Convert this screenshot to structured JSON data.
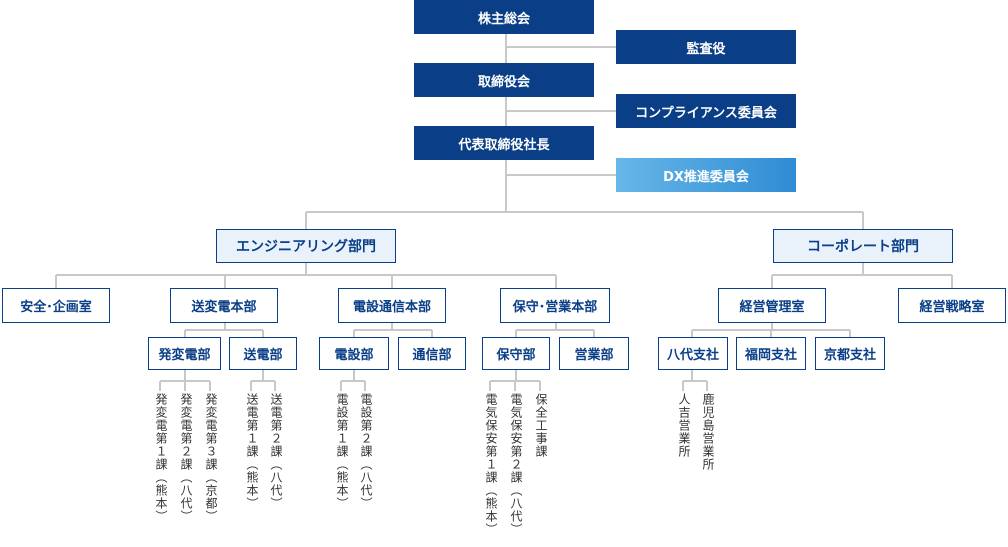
{
  "top": {
    "shareholders": "株主総会",
    "auditor": "監査役",
    "board": "取締役会",
    "compliance": "コンプライアンス委員会",
    "president": "代表取締役社長",
    "dx": "DX推進委員会"
  },
  "divisions": {
    "engineering": "エンジニアリング部門",
    "corporate": "コーポレート部門"
  },
  "departments": {
    "safety": "安全･企画室",
    "transmission": "送変電本部",
    "telecom": "電設通信本部",
    "maintenance": "保守･営業本部",
    "management": "経営管理室",
    "strategy": "経営戦略室"
  },
  "sections": {
    "substation": "発変電部",
    "transmission": "送電部",
    "electrical": "電設部",
    "communication": "通信部",
    "maintenance": "保守部",
    "sales": "営業部",
    "yatsushiro": "八代支社",
    "fukuoka": "福岡支社",
    "kyoto": "京都支社"
  },
  "units": {
    "hatsu1": "発変電第１課（熊本）",
    "hatsu2": "発変電第２課（八代）",
    "hatsu3": "発変電第３課（京都）",
    "soden1": "送電第１課（熊本）",
    "soden2": "送電第２課（八代）",
    "densetsu1": "電設第１課（熊本）",
    "densetsu2": "電設第２課（八代）",
    "denki1": "電気保安第１課（熊本）",
    "denki2": "電気保安第２課（八代）",
    "hoan": "保全工事課",
    "hitoyoshi": "人吉営業所",
    "kagoshima": "鹿児島営業所"
  },
  "colors": {
    "navy": "#0a3f87",
    "sky": "#3d97da",
    "pale": "#e9f1fb",
    "line": "#c8c8c8"
  }
}
